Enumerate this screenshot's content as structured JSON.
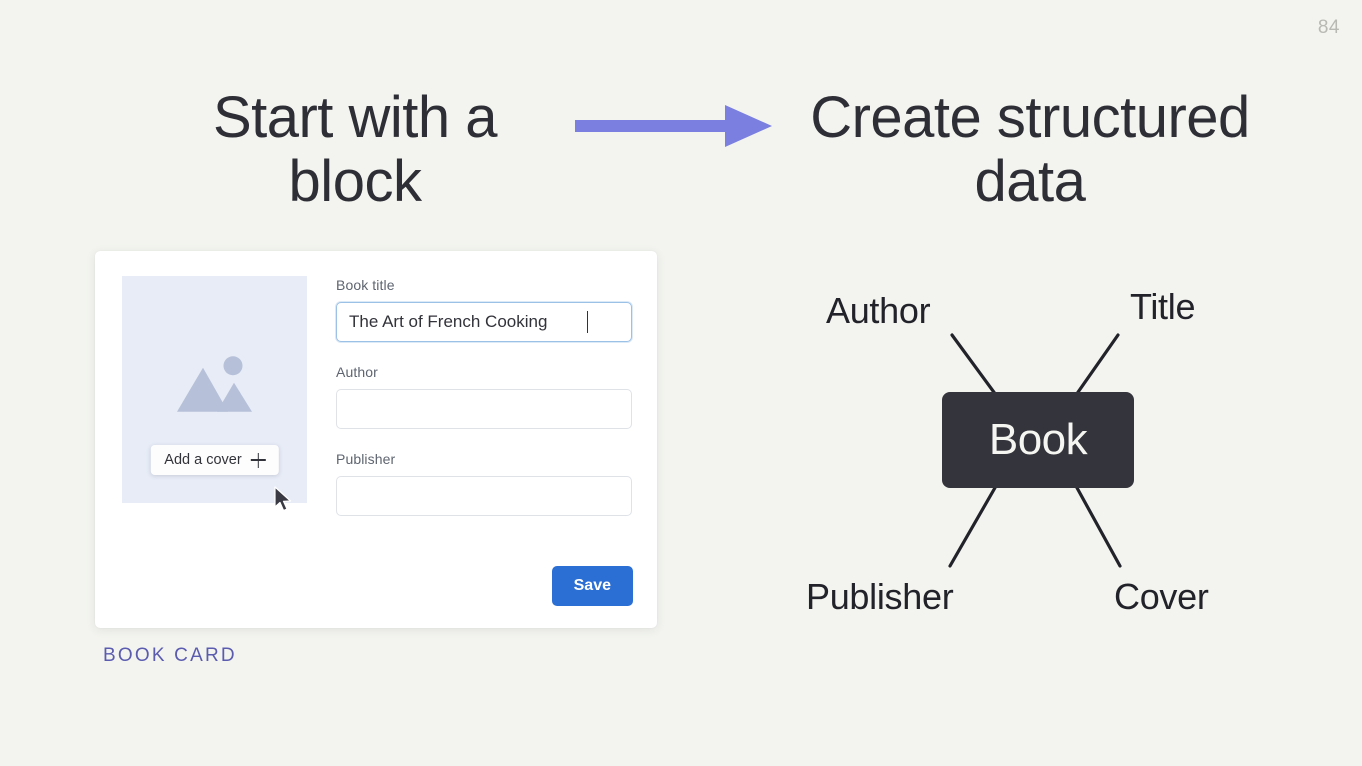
{
  "slide": {
    "page_number": "84",
    "background_color": "#f3f4ef",
    "accent_color": "#7b7fe0",
    "caption_color": "#5b5bb0"
  },
  "headings": {
    "left": "Start with a block",
    "right": "Create structured data"
  },
  "arrow": {
    "name": "right-arrow",
    "color": "#7b7fe0"
  },
  "card": {
    "caption": "BOOK CARD",
    "cover": {
      "placeholder_icon": "image-placeholder-icon",
      "add_cover_label": "Add a cover",
      "plus_icon": "plus-icon",
      "background_color": "#e7ecf7"
    },
    "fields": [
      {
        "label": "Book title",
        "value": "The Art of French Cooking",
        "placeholder": "",
        "focused": true
      },
      {
        "label": "Author",
        "value": "",
        "placeholder": "",
        "focused": false
      },
      {
        "label": "Publisher",
        "value": "",
        "placeholder": "",
        "focused": false
      }
    ],
    "save_label": "Save",
    "save_color": "#2b6fd4"
  },
  "diagram": {
    "center_node": "Book",
    "center_color": "#34343c",
    "branches": [
      {
        "label": "Author",
        "position": "top-left"
      },
      {
        "label": "Title",
        "position": "top-right"
      },
      {
        "label": "Publisher",
        "position": "bottom-left"
      },
      {
        "label": "Cover",
        "position": "bottom-right"
      }
    ]
  }
}
